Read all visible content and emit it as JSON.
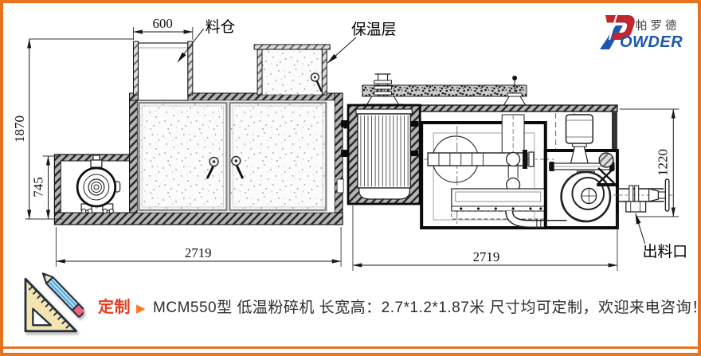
{
  "logo": {
    "company_cn": "帕罗德",
    "brand_rest": "OWDER",
    "red": "#c1272d",
    "blue": "#1e56ad"
  },
  "front_view": {
    "dim_hopper_width": "600",
    "dim_total_height": "1870",
    "dim_lower_height": "745",
    "dim_length": "2719",
    "label_hopper": "料仓",
    "label_insulation": "保温层"
  },
  "plan_view": {
    "dim_width": "1220",
    "dim_length": "2719",
    "label_outlet": "出料口"
  },
  "caption": {
    "tag": "定制",
    "arrow": "▶",
    "text": "MCM550型 低温粉碎机 长宽高：2.7*1.2*1.87米 尺寸均可定制，欢迎来电咨询！"
  }
}
